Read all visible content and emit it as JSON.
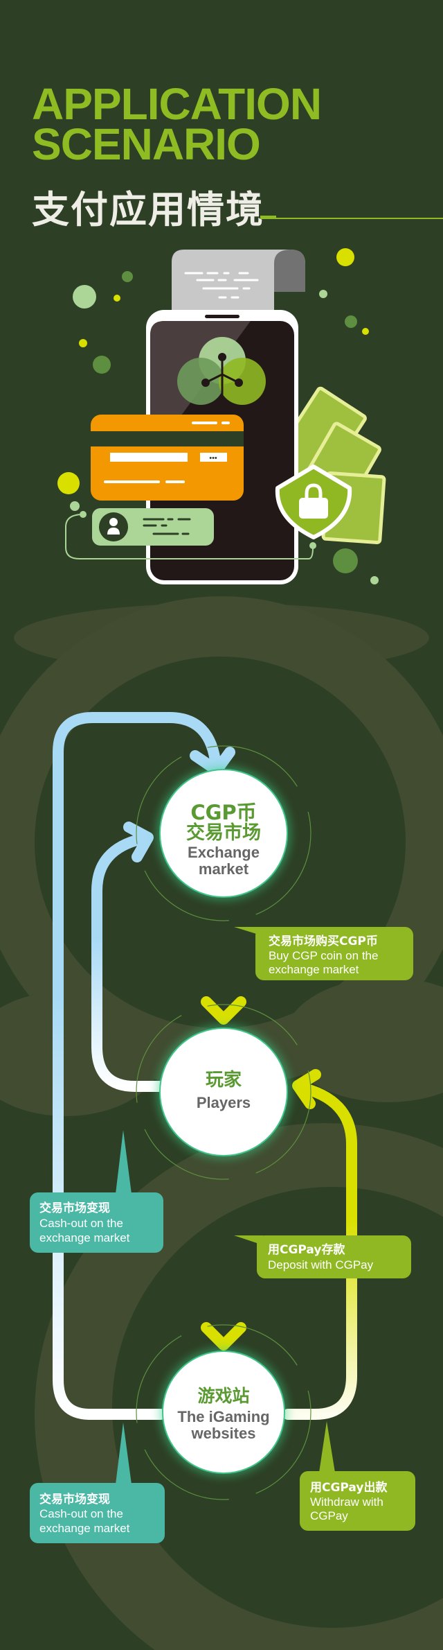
{
  "header": {
    "title_line1": "APPLICATION",
    "title_line2": "SCENARIO",
    "title_cn": "支付应用情境"
  },
  "colors": {
    "background": "#2d3f24",
    "accent_green": "#8fbc22",
    "accent_yellow": "#d9e000",
    "teal": "#4bb8a5",
    "blue": "#a8daf5",
    "card_orange": "#f39800"
  },
  "illustration": {
    "card_cvv": "•••"
  },
  "nodes": [
    {
      "cn_line1": "CGP币",
      "cn_line2": "交易市场",
      "en_line1": "Exchange",
      "en_line2": "market"
    },
    {
      "cn_line1": "玩家",
      "en_line1": "Players"
    },
    {
      "cn_line1": "游戏站",
      "en_line1": "The iGaming",
      "en_line2": "websites"
    }
  ],
  "callouts": {
    "buy": {
      "cn": "交易市场购买CGP币",
      "en1": "Buy CGP coin on the",
      "en2": "exchange market"
    },
    "cashout_1": {
      "cn": "交易市场变现",
      "en1": "Cash-out on the",
      "en2": "exchange market"
    },
    "deposit": {
      "cn": "用CGPay存款",
      "en1": "Deposit with CGPay"
    },
    "cashout_2": {
      "cn": "交易市场变现",
      "en1": "Cash-out on the",
      "en2": "exchange market"
    },
    "withdraw": {
      "cn": "用CGPay出款",
      "en1": "Withdraw with",
      "en2": "CGPay"
    }
  }
}
